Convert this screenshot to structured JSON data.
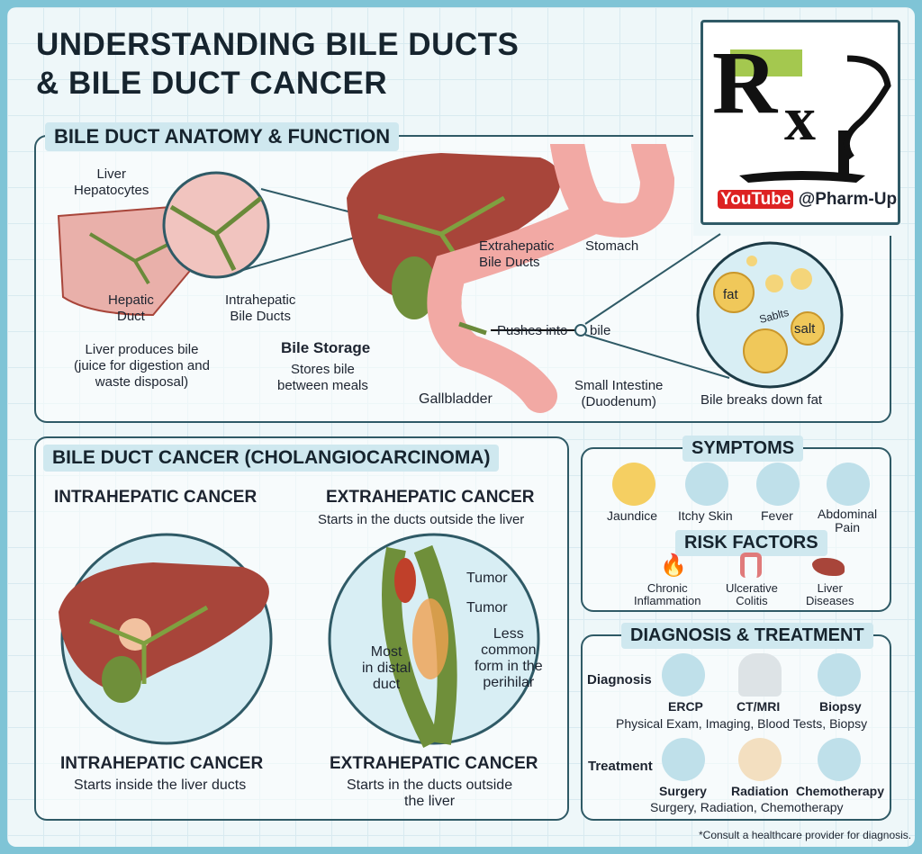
{
  "title": {
    "line1": "UNDERSTANDING BILE DUCTS",
    "line2": "& BILE DUCT CANCER"
  },
  "logo": {
    "text": "Rx",
    "youtube": "YouTube",
    "handle": "@Pharm-Up"
  },
  "anatomy": {
    "header": "BILE DUCT ANATOMY & FUNCTION",
    "labels": {
      "liver_hepatocytes": "Liver\nHepatocytes",
      "hepatic_duct": "Hepatic\nDuct",
      "intrahepatic_ducts": "Intrahepatic\nBile Ducts",
      "liver_produces": "Liver produces bile\n(juice for digestion and\nwaste disposal)",
      "bile_storage": "Bile Storage",
      "stores_bile": "Stores bile\nbetween meals",
      "gallbladder": "Gallbladder",
      "extrahepatic": "Extrahepatic\nBile Ducts",
      "stomach": "Stomach",
      "pushes_into": "Pushes into",
      "bile": "bile",
      "small_intestine": "Small Intestine\n(Duodenum)",
      "fat": "fat",
      "sablts": "Sablts",
      "salt": "salt",
      "bile_breaks": "Bile breaks down fat"
    }
  },
  "cancer": {
    "header": "BILE DUCT CANCER (CHOLANGIOCARCINOMA)",
    "intra_title": "INTRAHEPATIC CANCER",
    "extra_title": "EXTRAHEPATIC CANCER",
    "extra_sub_top": "Starts in the ducts outside the liver",
    "tumor1": "Tumor",
    "tumor2": "Tumor",
    "most_distal": "Most\nin distal\nduct",
    "less_common": "Less\ncommon\nform in the\nperihilar",
    "intra_bottom_title": "INTRAHEPATIC CANCER",
    "intra_bottom_sub": "Starts inside the liver ducts",
    "extra_bottom_title": "EXTRAHEPATIC CANCER",
    "extra_bottom_sub": "Starts in the ducts outside\nthe liver"
  },
  "symptoms": {
    "header": "SYMPTOMS",
    "items": [
      {
        "label": "Jaundice",
        "icon": "face-icon"
      },
      {
        "label": "Itchy Skin",
        "icon": "hand-icon"
      },
      {
        "label": "Fever",
        "icon": "thermometer-icon"
      },
      {
        "label": "Abdominal\nPain",
        "icon": "abdomen-icon"
      }
    ]
  },
  "risk": {
    "header": "RISK FACTORS",
    "items": [
      {
        "label": "Chronic\nInflammation",
        "icon": "flame-icon"
      },
      {
        "label": "Ulcerative\nColitis",
        "icon": "colon-icon"
      },
      {
        "label": "Liver\nDiseases",
        "icon": "liver-icon"
      }
    ]
  },
  "diagnosis": {
    "header": "DIAGNOSIS & TREATMENT",
    "diag_label": "Diagnosis",
    "diag_items": [
      "ERCP",
      "CT/MRI",
      "Biopsy"
    ],
    "diag_text": "Physical Exam, Imaging, Blood Tests, Biopsy",
    "treat_label": "Treatment",
    "treat_items": [
      "Surgery",
      "Radiation",
      "Chemotherapy"
    ],
    "treat_text": "Surgery, Radiation, Chemotherapy"
  },
  "footnote": "*Consult a healthcare provider for diagnosis.",
  "colors": {
    "liver": "#a8453a",
    "gallbladder": "#6f8f3a",
    "duct": "#6a8a3a",
    "stomach": "#f2a9a4",
    "panel_border": "#2f5a66",
    "header_bg": "#cfe8ef"
  }
}
